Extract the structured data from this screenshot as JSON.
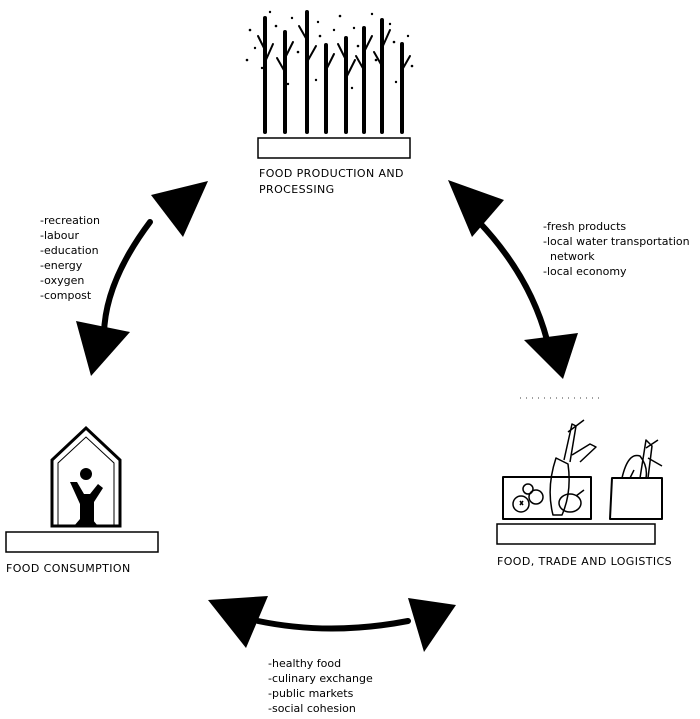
{
  "nodes": {
    "production": {
      "label_line1": "FOOD PRODUCTION AND",
      "label_line2": "PROCESSING",
      "icon": "trees-icon"
    },
    "consumption": {
      "label": "FOOD CONSUMPTION",
      "icon": "house-person-icon"
    },
    "trade": {
      "label": "FOOD, TRADE AND LOGISTICS",
      "icon": "produce-basket-icon"
    }
  },
  "links": {
    "production_consumption": [
      "-recreation",
      "-labour",
      "-education",
      "-energy",
      "-oxygen",
      "-compost"
    ],
    "production_trade": [
      "-fresh products",
      "-local water transportation",
      "  network",
      "-local economy"
    ],
    "consumption_trade": [
      "-healthy food",
      "-culinary exchange",
      "-public markets",
      "-social cohesion"
    ]
  },
  "colors": {
    "ink": "#000000",
    "paper": "#ffffff"
  }
}
